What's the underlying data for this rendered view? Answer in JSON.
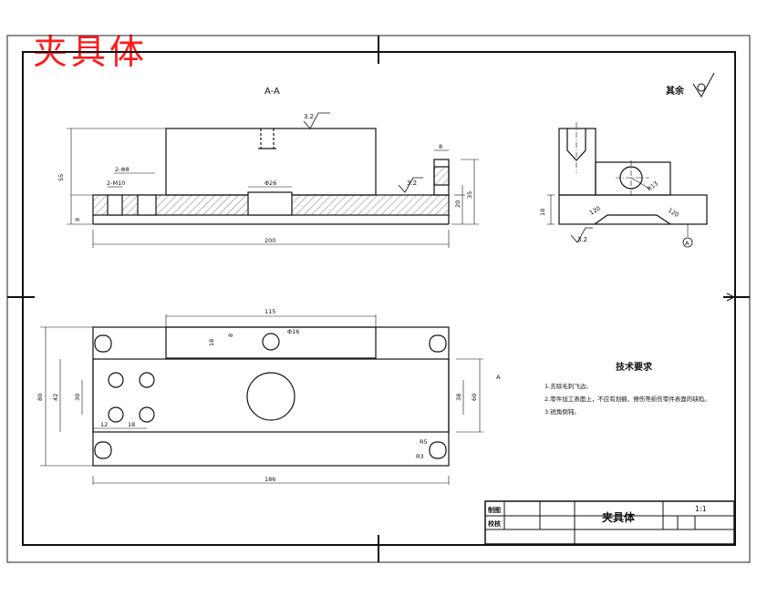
{
  "title_watermark": "夹具体",
  "section_label": "A-A",
  "roughness": {
    "main": "3.2",
    "slot": "3.2",
    "side": "3.2",
    "rest_label": "其余"
  },
  "section_dims": {
    "height_total": "55",
    "base_thick": "8",
    "hole_2_m10": "2-M10",
    "hole_2_phi8": "2-Φ8",
    "bore": "Φ26",
    "slot_width": "8",
    "right_height": "35",
    "right_small": "20",
    "length": "200"
  },
  "side_view": {
    "left_dim": "18",
    "r_label": "R13",
    "angle_left": "120",
    "angle_right": "120",
    "datum": "A"
  },
  "plan_dims": {
    "top_width": "115",
    "pocket_h": "18",
    "pocket_small": "8",
    "phi": "Φ16",
    "overall_h": "80",
    "inner_h": "42",
    "hole_spacing_v": "30",
    "left_off": "12",
    "hole_pitch": "18",
    "right_h1": "38",
    "right_h2": "60",
    "slot_r": "R5",
    "slot_len": "R3",
    "length": "186",
    "section_mark": "A"
  },
  "tech_req": {
    "title": "技术要求",
    "items": [
      "1.去除毛刺飞边。",
      "2.零件加工表面上，不应有划痕、擦伤等损伤零件表面的缺陷。",
      "3.锐角倒钝。"
    ]
  },
  "title_block": {
    "drawn_label": "制图",
    "checked_label": "校核",
    "part_name": "夹具体",
    "scale": "1:1"
  }
}
